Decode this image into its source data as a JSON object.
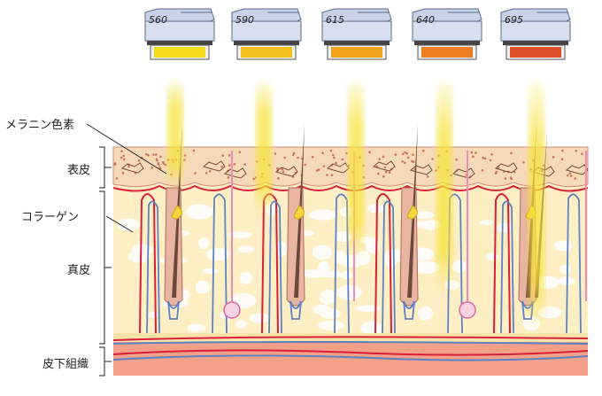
{
  "filters": [
    {
      "wavelength": "560",
      "color": "#f6dc1a"
    },
    {
      "wavelength": "590",
      "color": "#f3c21c"
    },
    {
      "wavelength": "615",
      "color": "#f0a21a"
    },
    {
      "wavelength": "640",
      "color": "#ea7f22"
    },
    {
      "wavelength": "695",
      "color": "#e0502a"
    }
  ],
  "labels": {
    "melanin": "メラニン色素",
    "epidermis": "表皮",
    "collagen": "コラーゲン",
    "dermis": "真皮",
    "subcutaneous": "皮下組織"
  },
  "colors": {
    "light_beam": "#f6e23a",
    "dermis": "#fdeec3",
    "epidermis": "#f6d9b6",
    "subcutaneous": "#f2a08a",
    "artery": "#d8203a",
    "vein": "#5b82c4",
    "hair": "#6b4a3d"
  }
}
